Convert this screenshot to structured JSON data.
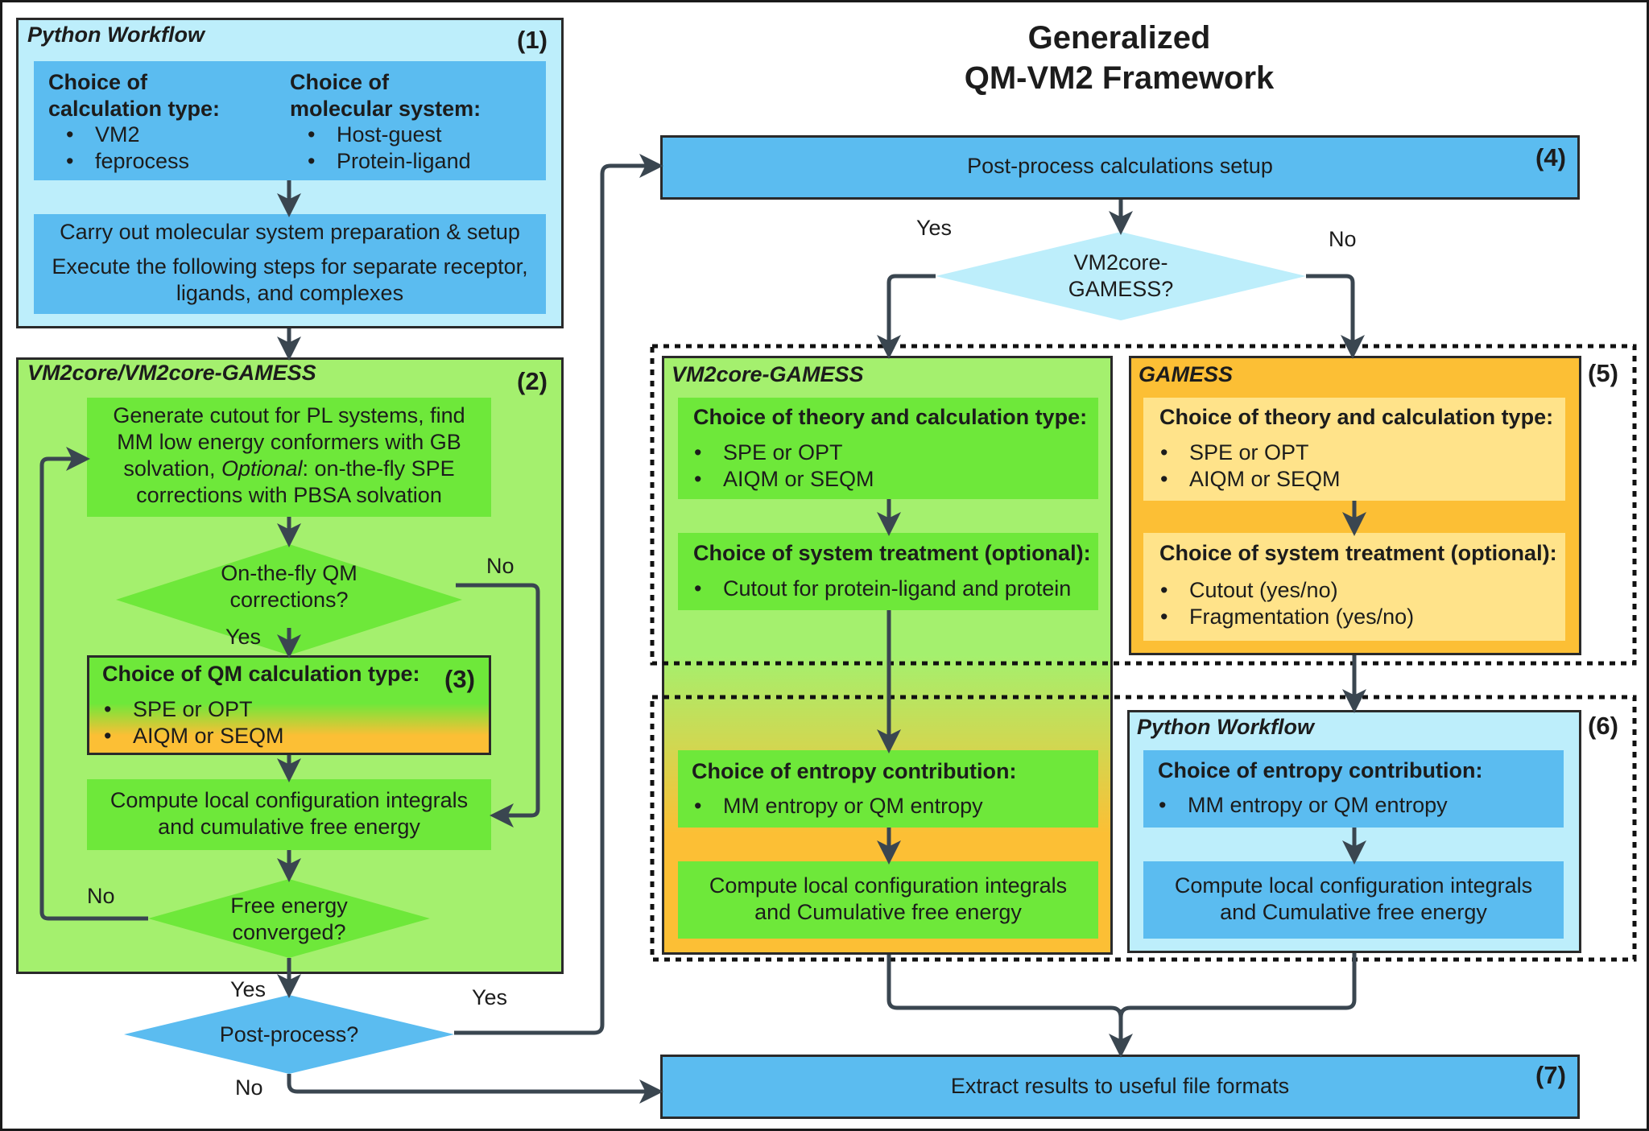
{
  "title": {
    "line1": "Generalized",
    "line2": "QM-VM2 Framework"
  },
  "section1": {
    "title": "Python Workflow",
    "number": "(1)",
    "calc_heading_1": "Choice of",
    "calc_heading_2": "calculation type:",
    "calc_items": [
      "VM2",
      "feprocess"
    ],
    "system_heading_1": "Choice of",
    "system_heading_2": "molecular system:",
    "system_items": [
      "Host-guest",
      "Protein-ligand"
    ],
    "prep_line1": "Carry out molecular system preparation & setup",
    "prep_line2": "Execute the following steps for separate receptor,",
    "prep_line3": "ligands, and complexes"
  },
  "section2": {
    "title": "VM2core/VM2core-GAMESS",
    "number": "(2)",
    "cutout_line1": "Generate cutout for PL systems, find",
    "cutout_line2": "MM low energy conformers with GB",
    "cutout_line3_pre": "solvation, ",
    "cutout_line3_ital": "Optional",
    "cutout_line3_post": ": on-the-fly SPE",
    "cutout_line4": "corrections with PBSA solvation",
    "qm_decision_1": "On-the-fly QM",
    "qm_decision_2": "corrections?",
    "qm_yes": "Yes",
    "qm_no": "No",
    "compute_line1": "Compute local configuration integrals",
    "compute_line2": "and cumulative free energy",
    "conv_decision_1": "Free energy",
    "conv_decision_2": "converged?",
    "conv_no": "No",
    "conv_yes": "Yes"
  },
  "section3": {
    "heading": "Choice of QM calculation type:",
    "number": "(3)",
    "items": [
      "SPE or OPT",
      "AIQM or SEQM"
    ]
  },
  "postprocess": {
    "label": "Post-process?",
    "yes": "Yes",
    "no": "No"
  },
  "section4": {
    "label": "Post-process calculations setup",
    "number": "(4)"
  },
  "vm2gamess_decision": {
    "line1": "VM2core-",
    "line2": "GAMESS?",
    "yes": "Yes",
    "no": "No"
  },
  "section5": {
    "number": "(5)",
    "left_title": "VM2core-GAMESS",
    "left_theory_heading": "Choice of theory and calculation type:",
    "left_theory_items": [
      "SPE or OPT",
      "AIQM or SEQM"
    ],
    "left_treat_heading": "Choice of system treatment (optional):",
    "left_treat_items": [
      "Cutout for protein-ligand and protein"
    ],
    "right_title": "GAMESS",
    "right_theory_heading": "Choice of theory and calculation type:",
    "right_theory_items": [
      "SPE or OPT",
      "AIQM or SEQM"
    ],
    "right_treat_heading": "Choice of system treatment (optional):",
    "right_treat_items": [
      "Cutout (yes/no)",
      "Fragmentation (yes/no)"
    ]
  },
  "section6": {
    "number": "(6)",
    "left_entropy_heading": "Choice of entropy contribution:",
    "left_entropy_items": [
      "MM entropy or QM entropy"
    ],
    "left_compute_line1": "Compute local configuration integrals",
    "left_compute_line2": "and Cumulative free energy",
    "right_title": "Python Workflow",
    "right_entropy_heading": "Choice of entropy contribution:",
    "right_entropy_items": [
      "MM entropy or QM entropy"
    ],
    "right_compute_line1": "Compute local configuration integrals",
    "right_compute_line2": "and Cumulative free energy"
  },
  "section7": {
    "label": "Extract results to useful file formats",
    "number": "(7)"
  },
  "colors": {
    "light_blue": "#bdeefb",
    "blue": "#5bbcf0",
    "light_green": "#a4f06e",
    "green": "#6ee83a",
    "orange": "#fcbf35",
    "light_orange": "#ffe38a",
    "arrow": "#3a4650"
  }
}
